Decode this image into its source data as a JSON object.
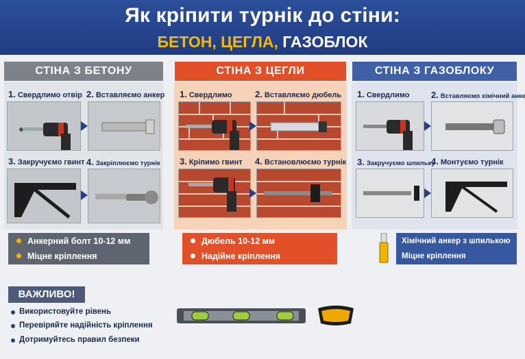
{
  "header": {
    "title": "Як кріпити турнік до стіни:",
    "subtitle_part1": "БЕТОН, ЦЕГЛА, ",
    "subtitle_part2": "ГАЗОБЛОК"
  },
  "sections": {
    "concrete": {
      "title": "СТІНА З БЕТОНУ",
      "steps": [
        {
          "n": "1.",
          "label": "Свердлимо отвір"
        },
        {
          "n": "2.",
          "label": "Вставляємо анкер"
        },
        {
          "n": "3.",
          "label": "Закручуємо гвинт"
        },
        {
          "n": "4.",
          "label": "Закріплюємо турнік"
        }
      ],
      "features": [
        "Анкерний болт 10-12 мм",
        "Міцне кріплення"
      ]
    },
    "brick": {
      "title": "СТІНА З ЦЕГЛИ",
      "steps": [
        {
          "n": "1.",
          "label": "Свердлимо"
        },
        {
          "n": "2.",
          "label": "Вставляємо дюбель"
        },
        {
          "n": "3.",
          "label": "Кріпимо гвинт"
        },
        {
          "n": "4.",
          "label": "Встановлюємо турнік"
        }
      ],
      "features": [
        "Дюбель 10-12 мм",
        "Надійне кріплення"
      ]
    },
    "gas": {
      "title": "СТІНА З ГАЗОБЛОКУ",
      "steps": [
        {
          "n": "1.",
          "label": "Свердлимо"
        },
        {
          "n": "2.",
          "label": "Вставляємо хімічний анкер"
        },
        {
          "n": "3.",
          "label": "Закручуємо шпильку"
        },
        {
          "n": "4.",
          "label": "Монтуємо турнік"
        }
      ],
      "features": [
        "Хімічний анкер з шпилькою",
        "Міцне кріплення"
      ]
    }
  },
  "important": {
    "title": "ВАЖЛИВО!",
    "tips": [
      "Використовуйте рівень",
      "Перевіряйте надійність кріплення",
      "Дотримуйтесь правил безпеки"
    ]
  },
  "colors": {
    "header": "#1f3c82",
    "accent_yellow": "#f6b800",
    "concrete": "#7d828a",
    "brick": "#e2502a",
    "gas": "#3f5fa6"
  },
  "icons": [
    "drill-icon",
    "anchor-bolt-icon",
    "wrench-icon",
    "bracket-icon",
    "dowel-icon",
    "chemical-anchor-icon",
    "spirit-level-icon",
    "safety-goggles-icon"
  ]
}
